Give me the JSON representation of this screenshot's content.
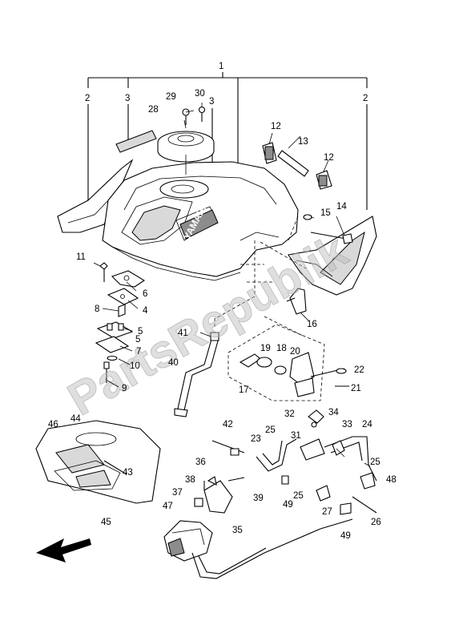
{
  "diagram": {
    "brand_text": "YAMAHA",
    "watermark_text": "PartsRepublik",
    "callouts": [
      "1",
      "2",
      "2",
      "3",
      "3",
      "5",
      "6",
      "4",
      "5",
      "7",
      "8",
      "9",
      "10",
      "11",
      "12",
      "12",
      "13",
      "14",
      "15",
      "16",
      "17",
      "18",
      "19",
      "20",
      "21",
      "22",
      "23",
      "24",
      "25",
      "25",
      "25",
      "26",
      "27",
      "28",
      "29",
      "30",
      "31",
      "32",
      "33",
      "34",
      "35",
      "36",
      "37",
      "38",
      "39",
      "40",
      "41",
      "42",
      "43",
      "44",
      "45",
      "46",
      "47",
      "48",
      "49",
      "49"
    ]
  }
}
